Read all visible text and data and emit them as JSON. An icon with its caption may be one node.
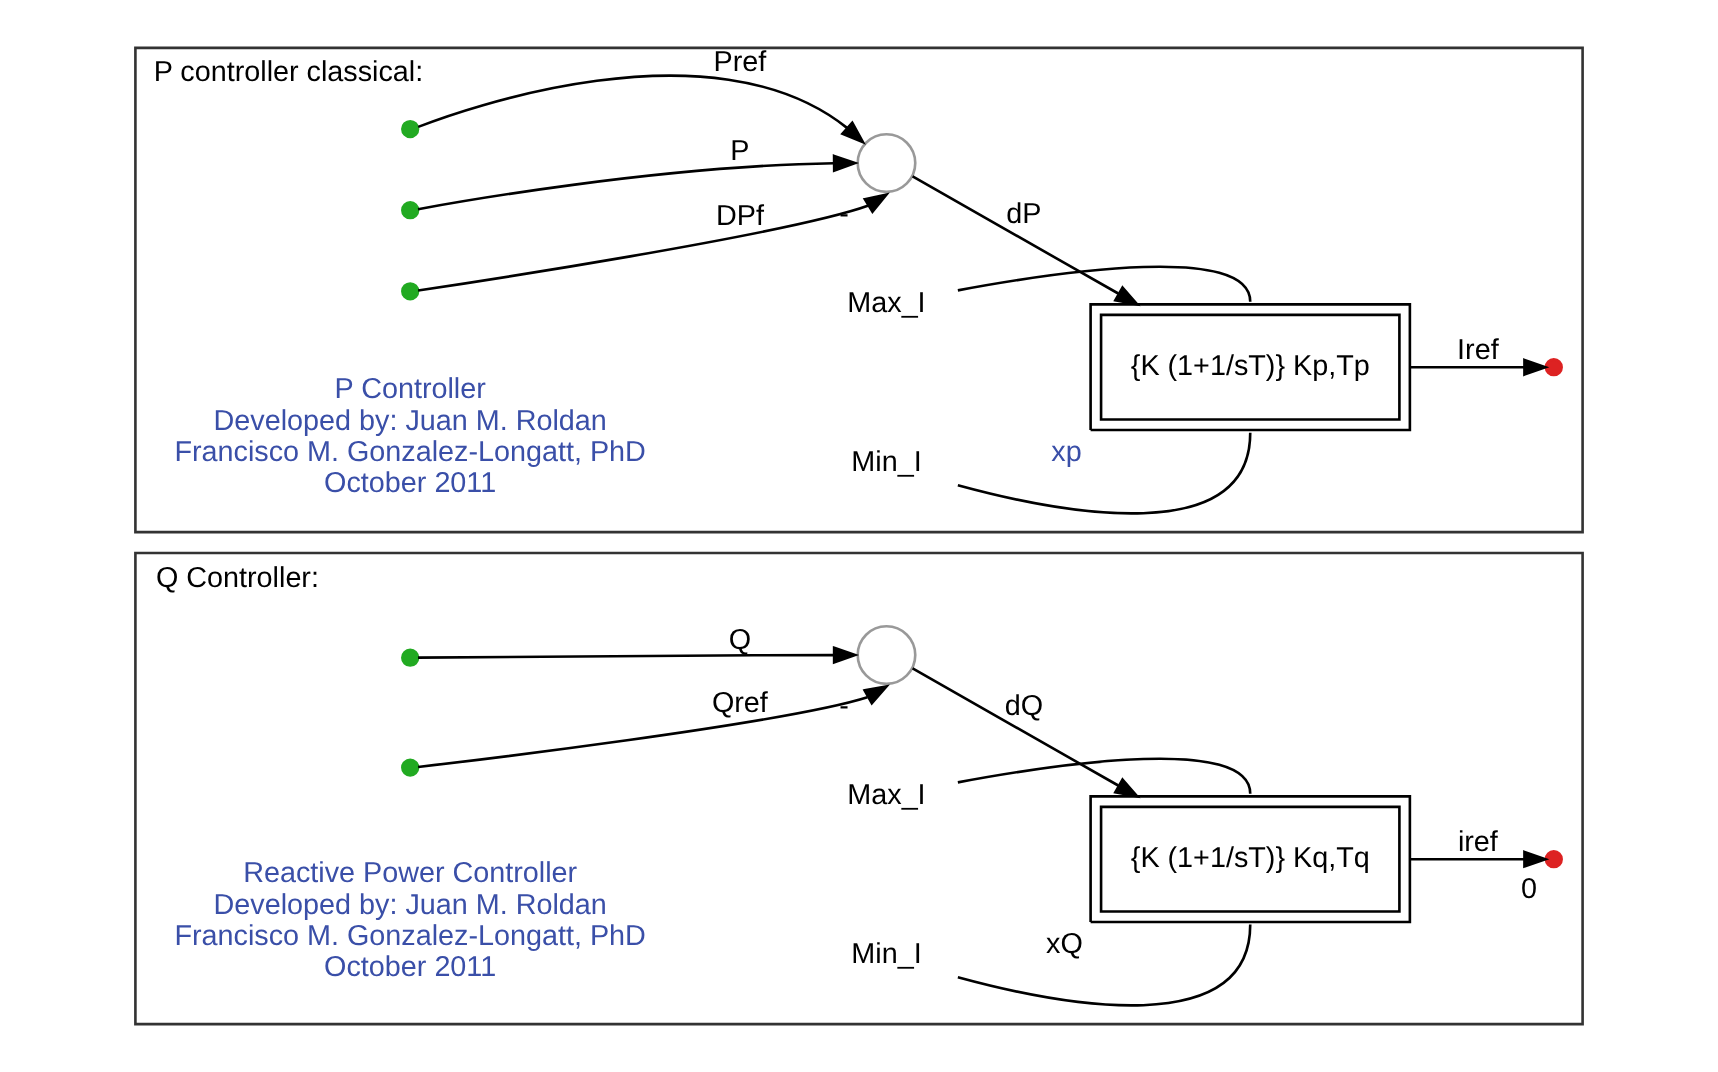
{
  "diagram": {
    "nodes": [
      {
        "text": [
          "P controller classical:"
        ]
      },
      {
        "text": [],
        "shape": "circle",
        "in": 0
      },
      {
        "text": [],
        "shape": "circle",
        "in": 0
      },
      {
        "text": [],
        "shape": "circle",
        "in": 0
      },
      {
        "text": [],
        "shape": "circle",
        "in": 0,
        "beside": [
          "-"
        ]
      },
      {
        "text": [
          "{K (1+1/sT)} Kp,Tp"
        ],
        "in": 0,
        "beside": [
          "xp"
        ]
      },
      {
        "text": [],
        "shape": "circle",
        "in": 0
      },
      {
        "text": [
          "Max_I"
        ],
        "in": 0
      },
      {
        "text": [
          "Min_I"
        ],
        "in": 0
      },
      {
        "text": [
          "Q Controller:"
        ]
      },
      {
        "text": [],
        "shape": "circle",
        "in": 9
      },
      {
        "text": [],
        "shape": "circle",
        "in": 9
      },
      {
        "text": [],
        "shape": "circle",
        "in": 9,
        "beside": [
          "-"
        ]
      },
      {
        "text": [
          "{K (1+1/sT)} Kq,Tq"
        ],
        "in": 9,
        "beside": [
          "xQ"
        ]
      },
      {
        "text": [],
        "shape": "circle",
        "in": 9,
        "beside": [
          "0"
        ]
      },
      {
        "text": [
          "Max_I"
        ],
        "in": 9
      },
      {
        "text": [
          "Min_I"
        ],
        "in": 9
      }
    ],
    "edges": [
      {
        "from": 1,
        "to": 4,
        "arrow": "to",
        "label": "Pref"
      },
      {
        "from": 2,
        "to": 4,
        "arrow": "to",
        "label": "P"
      },
      {
        "from": 3,
        "to": 4,
        "arrow": "to",
        "label": "DPf"
      },
      {
        "from": 4,
        "to": 5,
        "arrow": "to",
        "label": "dP"
      },
      {
        "from": 5,
        "to": 6,
        "arrow": "to",
        "label": "Iref"
      },
      {
        "from": 7,
        "to": 5,
        "arrow": "none"
      },
      {
        "from": 8,
        "to": 5,
        "arrow": "none"
      },
      {
        "from": 10,
        "to": 12,
        "arrow": "to",
        "label": "Q"
      },
      {
        "from": 11,
        "to": 12,
        "arrow": "to",
        "label": "Qref"
      },
      {
        "from": 12,
        "to": 13,
        "arrow": "to",
        "label": "dQ"
      },
      {
        "from": 13,
        "to": 14,
        "arrow": "to",
        "label": "iref"
      },
      {
        "from": 15,
        "to": 13,
        "arrow": "none"
      },
      {
        "from": 16,
        "to": 13,
        "arrow": "none"
      }
    ],
    "labels": [
      "P Controller",
      "Developed by: Juan M. Roldan",
      "Francisco M. Gonzalez-Longatt, PhD",
      "October 2011",
      "Reactive Power Controller",
      "Developed by: Juan M. Roldan",
      "Francisco M. Gonzalez-Longatt, PhD",
      "October 2011"
    ]
  }
}
